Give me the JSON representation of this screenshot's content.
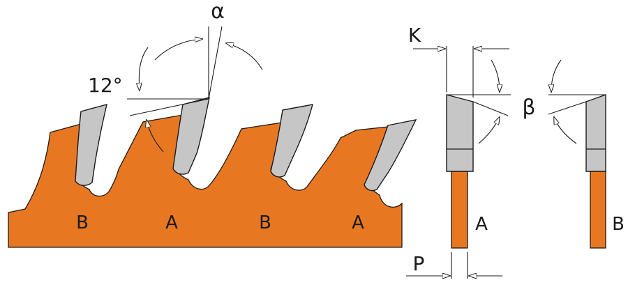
{
  "colors": {
    "blade": "#e87722",
    "tooth": "#c6c6c6",
    "outline": "#1a1a1a",
    "background": "#ffffff"
  },
  "labels": {
    "alpha": "α",
    "angle_12": "12°",
    "K": "K",
    "beta": "β",
    "P": "P"
  },
  "blade_profile": {
    "teeth": [
      "B",
      "A",
      "B",
      "A"
    ]
  },
  "cross_sections": {
    "left": "A",
    "right": "B"
  }
}
